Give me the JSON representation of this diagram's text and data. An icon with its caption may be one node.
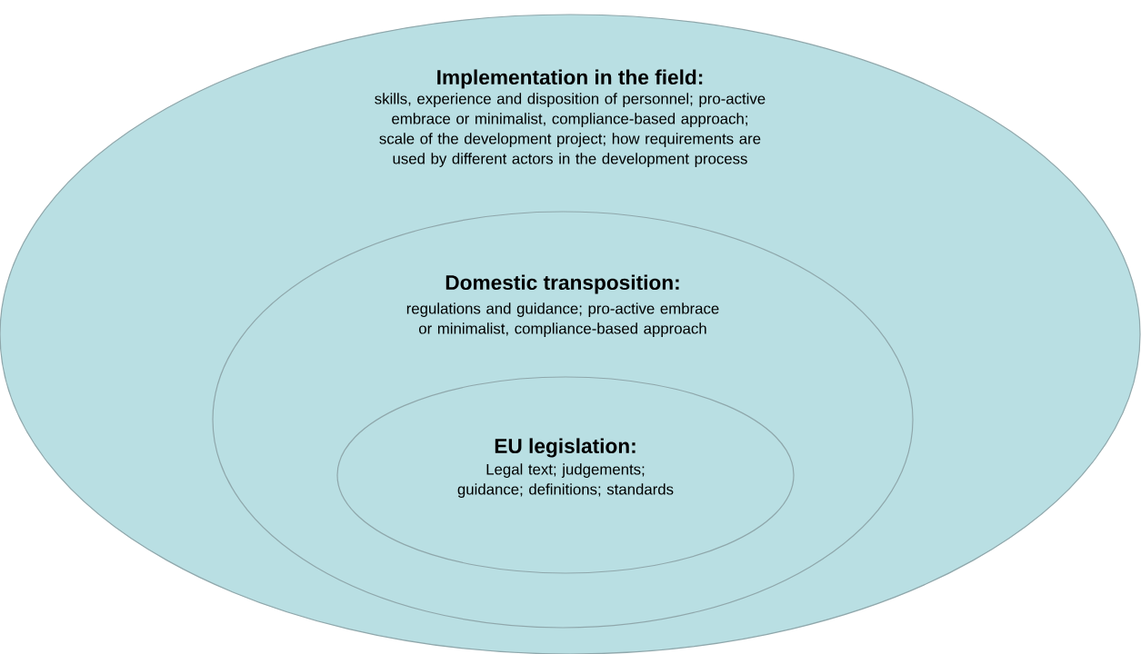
{
  "diagram": {
    "nodes": [
      {
        "text": [
          "Implementation in the field:",
          "skills, experience and disposition of personnel; pro-active embrace or minimalist, compliance-based approach; scale of the development project; how requirements are used by different actors in the development process"
        ]
      },
      {
        "text": [
          "Domestic transposition:",
          "regulations and guidance; pro-active embrace or minimalist, compliance-based approach"
        ],
        "in": 0
      },
      {
        "text": [
          "EU legislation:",
          "Legal text; judgements; guidance; definitions; standards"
        ],
        "in": 1
      }
    ]
  }
}
